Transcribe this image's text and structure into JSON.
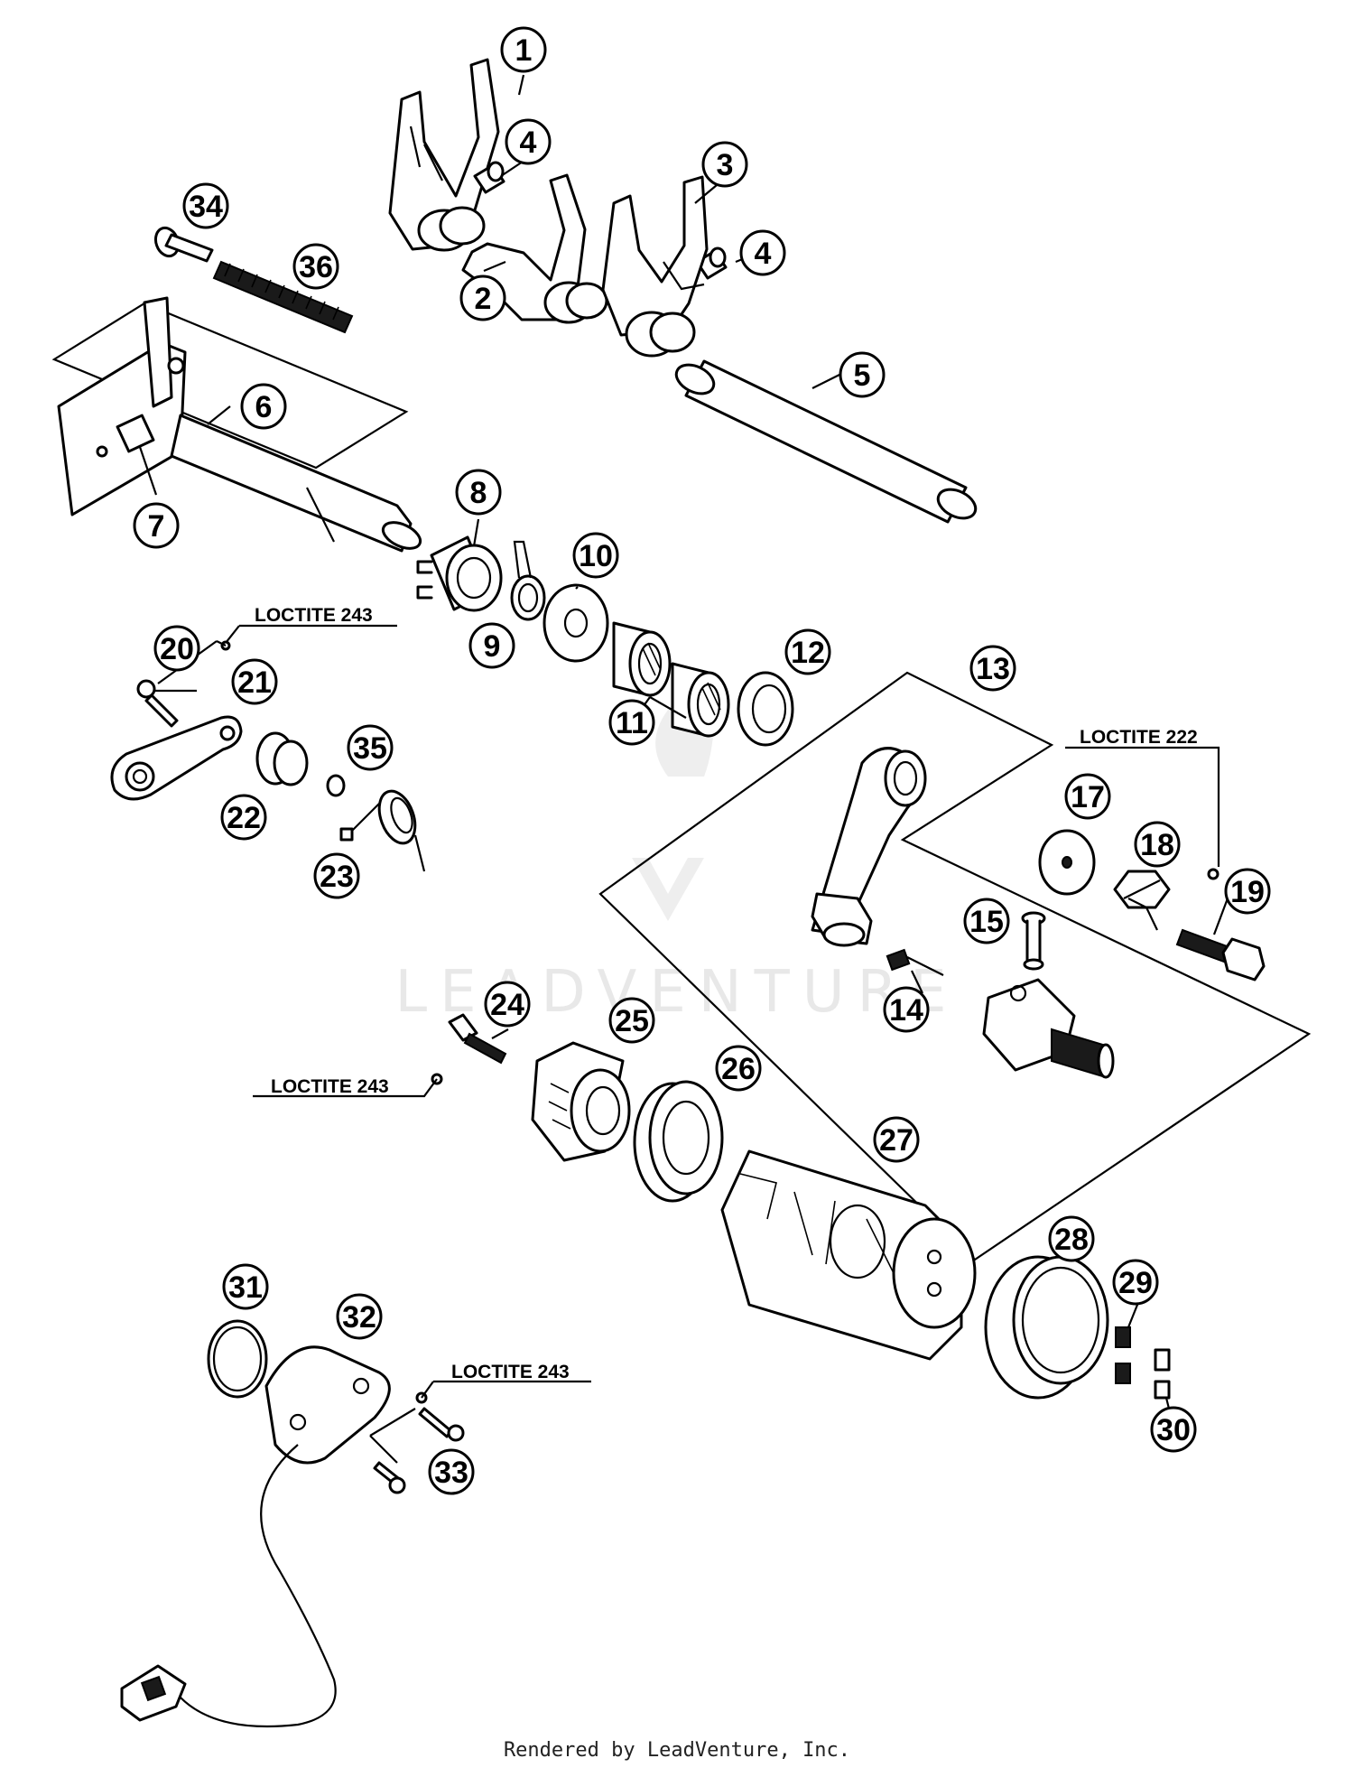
{
  "diagram": {
    "callouts": [
      "1",
      "2",
      "3",
      "4",
      "4",
      "5",
      "6",
      "7",
      "8",
      "9",
      "10",
      "11",
      "12",
      "13",
      "14",
      "15",
      "17",
      "18",
      "19",
      "20",
      "21",
      "22",
      "23",
      "24",
      "25",
      "26",
      "27",
      "28",
      "29",
      "30",
      "31",
      "32",
      "33",
      "34",
      "35",
      "36"
    ],
    "loctite_labels": [
      "LOCTITE 243",
      "LOCTITE 222",
      "LOCTITE 243",
      "LOCTITE 243"
    ],
    "watermark": "LEADVENTURE",
    "footer": "Rendered by LeadVenture, Inc."
  }
}
